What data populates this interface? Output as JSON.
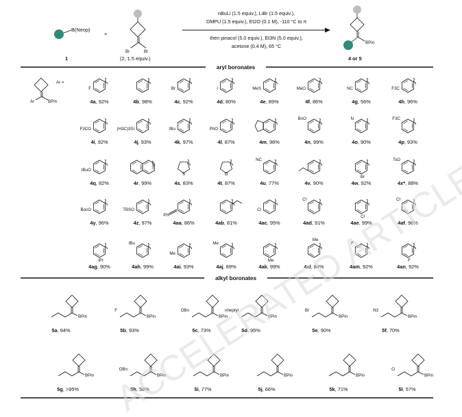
{
  "header": {
    "reagent1_label": "B(Neop)",
    "reagent1_number": "1",
    "plus": "+",
    "reagent2_Br_left": "Br",
    "reagent2_Br_right": "Br",
    "reagent2_caption": "(2, 1.5 equiv.)",
    "conditions": [
      "nBuLi (1.5 equiv.), LiBr (1.5 equiv.),",
      "DMPU (1.5 equiv.), Et2O (0.1 M), -110 °C to rt",
      "then pinacol (5.0 equiv.), Et3N (5.0 equiv.),",
      "acetone (0.4 M), 65 °C"
    ],
    "product_bpin": "BPin",
    "product_label": "4 or 5"
  },
  "sections": {
    "aryl": "aryl boronates",
    "alkyl": "alkyl boronates"
  },
  "general": {
    "ar_label": "Ar",
    "bpin": "BPin",
    "ar_eq": "Ar ="
  },
  "aryl_rows": [
    [
      {
        "sub": "F",
        "pos": "p",
        "code": "4a",
        "yield": "92%"
      },
      {
        "sub": "",
        "pos": "",
        "code": "4b",
        "yield": "98%"
      },
      {
        "sub": "Br",
        "pos": "p",
        "code": "4c",
        "yield": "92%"
      },
      {
        "sub": "I",
        "pos": "p",
        "code": "4d",
        "yield": "80%"
      },
      {
        "sub": "MeS",
        "pos": "p",
        "code": "4e",
        "yield": "89%"
      },
      {
        "sub": "MeO",
        "pos": "p",
        "code": "4f",
        "yield": "86%"
      },
      {
        "sub": "NC",
        "pos": "p",
        "code": "4g",
        "yield": "56%"
      },
      {
        "sub": "F3C",
        "pos": "p",
        "code": "4h",
        "yield": "96%"
      }
    ],
    [
      {
        "sub": "F3CO",
        "pos": "p",
        "code": "4i",
        "yield": "92%"
      },
      {
        "sub": "(H3C)3Si",
        "pos": "p",
        "code": "4j",
        "yield": "93%"
      },
      {
        "sub": "tBu",
        "pos": "p",
        "code": "4k",
        "yield": "97%"
      },
      {
        "sub": "PhO",
        "pos": "p",
        "code": "4l",
        "yield": "87%"
      },
      {
        "sub": "",
        "pos": "dioxole",
        "code": "4m",
        "yield": "98%"
      },
      {
        "sub": "BnO",
        "pos": "m",
        "code": "4n",
        "yield": "99%"
      },
      {
        "sub": "N",
        "pos": "m",
        "code": "4o",
        "yield": "90%"
      },
      {
        "sub": "F3C",
        "pos": "m",
        "code": "4p",
        "yield": "93%"
      }
    ],
    [
      {
        "sub": "tBuO",
        "pos": "ester",
        "code": "4q",
        "yield": "82%"
      },
      {
        "sub": "",
        "pos": "naph",
        "code": "4r",
        "yield": "99%"
      },
      {
        "sub": "S",
        "pos": "thio",
        "code": "4s",
        "yield": "83%"
      },
      {
        "sub": "O",
        "pos": "furan",
        "code": "4t",
        "yield": "87%"
      },
      {
        "sub": "NC",
        "pos": "m",
        "code": "4u",
        "yield": "77%"
      },
      {
        "sub": "",
        "pos": "vinyl",
        "code": "4v",
        "yield": "90%"
      },
      {
        "sub": "Br",
        "pos": "o",
        "code": "4w",
        "yield": "92%"
      },
      {
        "sub": "TsO",
        "pos": "m",
        "code": "4x*",
        "yield": "88%"
      }
    ],
    [
      {
        "sub": "BocO",
        "pos": "p",
        "code": "4y",
        "yield": "96%"
      },
      {
        "sub": "TBSO",
        "pos": "p",
        "code": "4z",
        "yield": "97%"
      },
      {
        "sub": "Ph",
        "pos": "alkyne",
        "code": "4aa",
        "yield": "86%"
      },
      {
        "sub": "",
        "pos": "styryl",
        "code": "4ab",
        "yield": "81%"
      },
      {
        "sub": "Cl",
        "pos": "p",
        "code": "4ac",
        "yield": "95%"
      },
      {
        "sub": "Cl",
        "pos": "m",
        "code": "4ad",
        "yield": "91%"
      },
      {
        "sub": "Cl",
        "pos": "o",
        "code": "4ae",
        "yield": "99%"
      },
      {
        "sub": "Cl",
        "pos": "mp",
        "code": "4af",
        "yield": "96%"
      }
    ],
    [
      {
        "sub": "iPr",
        "pos": "o",
        "code": "4ag",
        "yield": "90%"
      },
      {
        "sub": "tBu",
        "pos": "m",
        "code": "4ah",
        "yield": "99%"
      },
      {
        "sub": "Me",
        "pos": "p",
        "code": "4ai",
        "yield": "93%"
      },
      {
        "sub": "Me",
        "pos": "m",
        "code": "4aj",
        "yield": "89%"
      },
      {
        "sub": "Me",
        "pos": "o",
        "code": "4ak",
        "yield": "99%"
      },
      {
        "sub": "Me",
        "pos": "mes",
        "code": "4al",
        "yield": "84%"
      },
      {
        "sub": "F",
        "pos": "m",
        "code": "4am",
        "yield": "92%"
      },
      {
        "sub": "F",
        "pos": "o",
        "code": "4an",
        "yield": "92%"
      }
    ]
  ],
  "alkyl_row1": [
    {
      "code": "5a",
      "yield": "94%",
      "sub": ""
    },
    {
      "code": "5b",
      "yield": "93%",
      "sub": "F"
    },
    {
      "code": "5c",
      "yield": "73%",
      "sub": "OBn"
    },
    {
      "code": "5d",
      "yield": "95%",
      "sub": "nheptyl"
    },
    {
      "code": "5e",
      "yield": "90%",
      "sub": "Br"
    },
    {
      "code": "5f",
      "yield": "70%",
      "sub": "N3"
    }
  ],
  "alkyl_row2": [
    {
      "code": "5g",
      "yield": ">95%",
      "sub": ""
    },
    {
      "code": "5h",
      "yield": "58%",
      "sub": "OBn"
    },
    {
      "code": "5i",
      "yield": "77%",
      "sub": ""
    },
    {
      "code": "5j",
      "yield": "66%",
      "sub": ""
    },
    {
      "code": "5k",
      "yield": "71%",
      "sub": ""
    },
    {
      "code": "5l",
      "yield": "57%",
      "sub": "O"
    }
  ],
  "watermark": "ACCELERATED ARTICLE PREVIEW",
  "colors": {
    "teal": "#2f8a7e",
    "grey_ball": "#bdbdbd",
    "watermark": "#d8d8d8"
  }
}
